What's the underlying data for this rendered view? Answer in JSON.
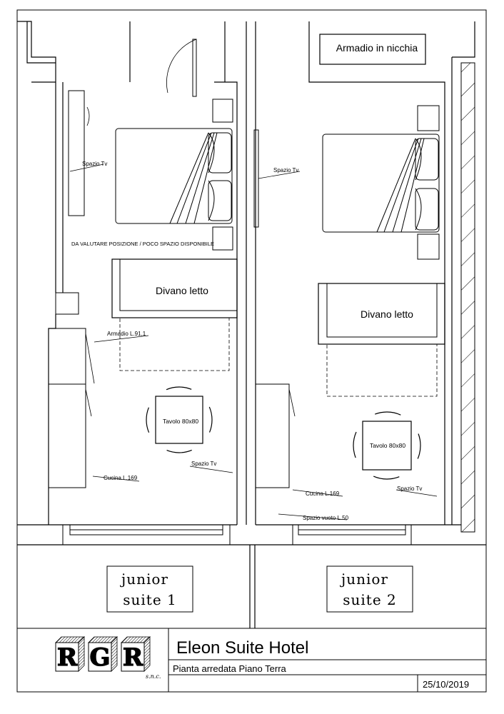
{
  "labels": {
    "armadio_nicchia": "Armadio in nicchia",
    "spazio_tv": "Spazio Tv",
    "da_valutare": "DA VALUTARE POSIZIONE / POCO SPAZIO DISPONIBILE",
    "divano_letto": "Divano letto",
    "armadio_l91": "Armadio L.91,1",
    "tavolo": "Tavolo 80x80",
    "cucina": "Cucina L.169",
    "spazio_vuoto": "Spazio vuoto L.50"
  },
  "suites": [
    {
      "line1": "junior",
      "line2": "suite 1"
    },
    {
      "line1": "junior",
      "line2": "suite 2"
    }
  ],
  "titleblock": {
    "logo_letters": [
      "R",
      "G",
      "R"
    ],
    "logo_suffix": "s.n.c.",
    "title": "Eleon Suite Hotel",
    "subtitle": "Pianta arredata Piano Terra",
    "date": "25/10/2019"
  }
}
